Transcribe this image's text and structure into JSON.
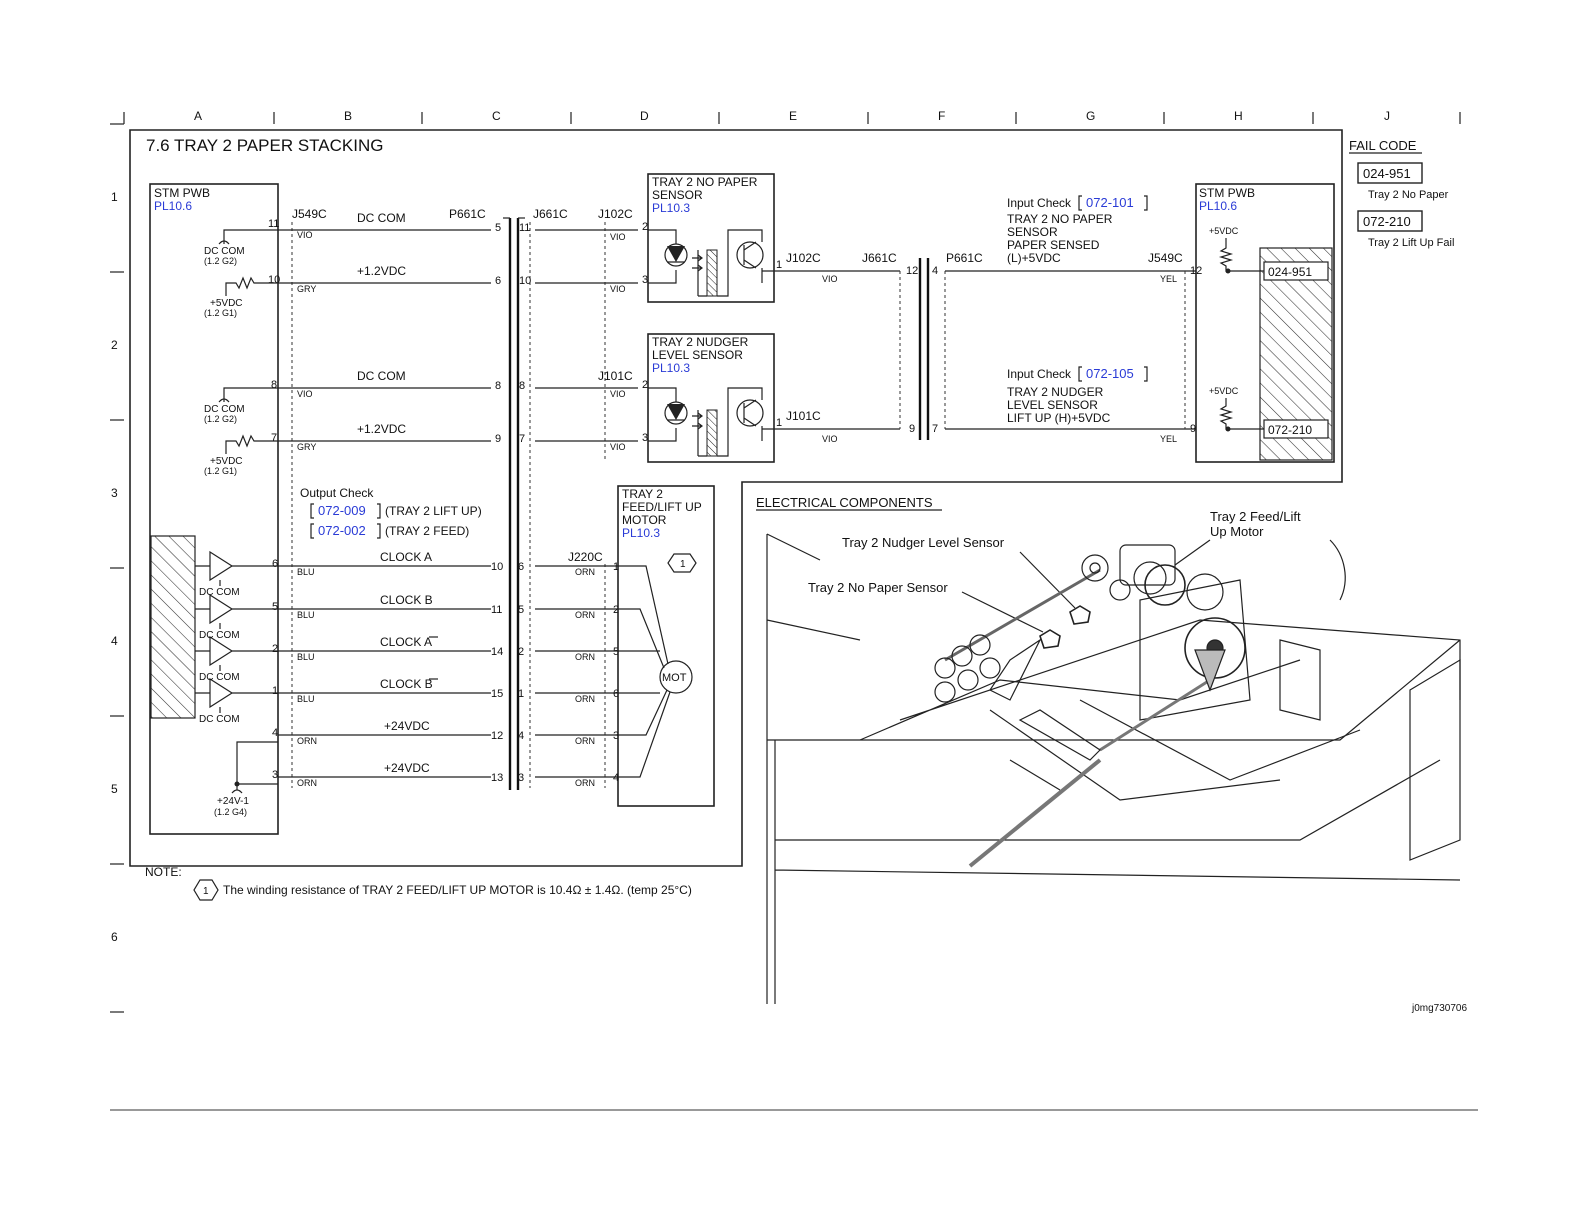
{
  "grid": {
    "columns": [
      "A",
      "B",
      "C",
      "D",
      "E",
      "F",
      "G",
      "H",
      "J"
    ],
    "rows": [
      "1",
      "2",
      "3",
      "4",
      "5",
      "6"
    ]
  },
  "title": "7.6 TRAY 2 PAPER STACKING",
  "stm_pwb_left": {
    "name": "STM PWB",
    "ref": "PL10.6"
  },
  "stm_pwb_right": {
    "name": "STM PWB",
    "ref": "PL10.6",
    "v5_a": "+5VDC",
    "v5_b": "+5VDC"
  },
  "connectors": {
    "j549c": "J549C",
    "p661c": "P661C",
    "j661c": "J661C",
    "j102c": "J102C",
    "j101c": "J101C",
    "j220c": "J220C"
  },
  "left_lines": [
    {
      "pin": "11",
      "wire": "VIO",
      "signal": "DC COM",
      "p661": "5",
      "j661": "11",
      "sensor_pin": "2",
      "sensor_wire": "VIO"
    },
    {
      "pin": "10",
      "wire": "GRY",
      "signal": "+1.2VDC",
      "p661": "6",
      "j661": "10",
      "sensor_pin": "3",
      "sensor_wire": "VIO"
    },
    {
      "pin": "8",
      "wire": "VIO",
      "signal": "DC COM",
      "p661": "8",
      "j661": "8",
      "sensor_pin": "2",
      "sensor_wire": "VIO"
    },
    {
      "pin": "7",
      "wire": "GRY",
      "signal": "+1.2VDC",
      "p661": "9",
      "j661": "7",
      "sensor_pin": "3",
      "sensor_wire": "VIO"
    }
  ],
  "left_labels": {
    "dccom_a": "DC COM",
    "dccom_a_ref": "(1.2 G2)",
    "v5_a": "+5VDC",
    "v5_a_ref": "(1.2 G1)",
    "dccom_b": "DC COM",
    "dccom_b_ref": "(1.2 G2)",
    "v5_b": "+5VDC",
    "v5_b_ref": "(1.2 G1)",
    "v24": "+24V-1",
    "v24_ref": "(1.2 G4)",
    "driver_com": "DC COM"
  },
  "sensor1": {
    "name1": "TRAY 2 NO PAPER",
    "name2": "SENSOR",
    "ref": "PL10.3",
    "pin_out": "1"
  },
  "sensor2": {
    "name1": "TRAY 2 NUDGER",
    "name2": "LEVEL SENSOR",
    "ref": "PL10.3",
    "pin_out": "1"
  },
  "sense_line1": {
    "wire": "VIO",
    "j661_a": "12",
    "j661_b": "4",
    "j549_pin": "12",
    "wire2": "YEL"
  },
  "sense_line2": {
    "wire": "VIO",
    "j661_a": "9",
    "j661_b": "7",
    "j549_pin": "9",
    "wire2": "YEL"
  },
  "input_check1": {
    "label": "Input Check",
    "code": "072-101",
    "l1": "TRAY 2 NO PAPER",
    "l2": "SENSOR",
    "l3": "PAPER SENSED",
    "l4": "(L)+5VDC"
  },
  "input_check2": {
    "label": "Input Check",
    "code": "072-105",
    "l1": "TRAY 2 NUDGER",
    "l2": "LEVEL SENSOR",
    "l3": "LIFT UP (H)+5VDC"
  },
  "output_check": {
    "label": "Output Check",
    "code1": "072-009",
    "desc1": "(TRAY 2 LIFT UP)",
    "code2": "072-002",
    "desc2": "(TRAY 2 FEED)"
  },
  "motor_lines": [
    {
      "pin": "6",
      "wire": "BLU",
      "signal": "CLOCK A",
      "p661": "10",
      "j661": "6",
      "wire2": "ORN",
      "mpin": "1"
    },
    {
      "pin": "5",
      "wire": "BLU",
      "signal": "CLOCK B",
      "p661": "11",
      "j661": "5",
      "wire2": "ORN",
      "mpin": "2"
    },
    {
      "pin": "2",
      "wire": "BLU",
      "signal": "CLOCK A",
      "p661": "14",
      "j661": "2",
      "wire2": "ORN",
      "mpin": "5"
    },
    {
      "pin": "1",
      "wire": "BLU",
      "signal": "CLOCK B",
      "p661": "15",
      "j661": "1",
      "wire2": "ORN",
      "mpin": "6"
    },
    {
      "pin": "4",
      "wire": "ORN",
      "signal": "+24VDC",
      "p661": "12",
      "j661": "4",
      "wire2": "ORN",
      "mpin": "3"
    },
    {
      "pin": "3",
      "wire": "ORN",
      "signal": "+24VDC",
      "p661": "13",
      "j661": "3",
      "wire2": "ORN",
      "mpin": "4"
    }
  ],
  "motor": {
    "name1": "TRAY 2",
    "name2": "FEED/LIFT UP",
    "name3": "MOTOR",
    "ref": "PL10.3",
    "symbol": "MOT",
    "note_num": "1"
  },
  "fail_code": {
    "heading": "FAIL CODE",
    "codes": [
      {
        "code": "024-951",
        "desc": "Tray 2 No Paper"
      },
      {
        "code": "072-210",
        "desc": "Tray 2 Lift Up Fail"
      }
    ]
  },
  "note": {
    "label": "NOTE:",
    "num": "1",
    "text": "The winding resistance of TRAY 2 FEED/LIFT UP MOTOR is 10.4Ω ± 1.4Ω. (temp 25°C)"
  },
  "electrical": {
    "heading": "ELECTRICAL COMPONENTS",
    "callout_motor1": "Tray 2 Feed/Lift",
    "callout_motor2": "Up Motor",
    "callout_nudger": "Tray 2 Nudger Level Sensor",
    "callout_nopaper": "Tray 2 No Paper Sensor",
    "figure_id": "j0mg730706"
  }
}
